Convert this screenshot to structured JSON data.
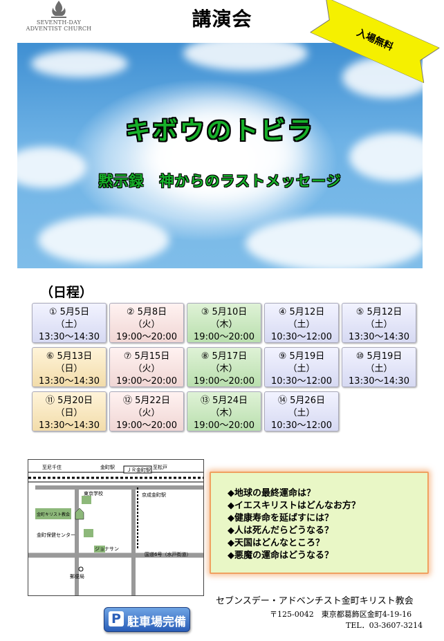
{
  "logo": {
    "line1": "SEVENTH-DAY",
    "line2": "ADVENTIST CHURCH"
  },
  "title": "講演会",
  "badge": "入場無料",
  "banner": {
    "title": "キボウのトビラ",
    "subtitle": "黙示録　神からのラストメッセージ"
  },
  "schedule_label": "（日程）",
  "schedule": [
    {
      "date": "① 5月5日",
      "day": "（土）",
      "time": "13:30～14:30",
      "color": "blue"
    },
    {
      "date": "② 5月8日",
      "day": "（火）",
      "time": "19:00～20:00",
      "color": "pink"
    },
    {
      "date": "③ 5月10日",
      "day": "（木）",
      "time": "19:00～20:00",
      "color": "green"
    },
    {
      "date": "④ 5月12日",
      "day": "（土）",
      "time": "10:30～12:00",
      "color": "blue"
    },
    {
      "date": "⑤ 5月12日",
      "day": "（土）",
      "time": "13:30～14:30",
      "color": "blue"
    },
    {
      "date": "⑥ 5月13日",
      "day": "（日）",
      "time": "13:30～14:30",
      "color": "yellow"
    },
    {
      "date": "⑦ 5月15日",
      "day": "（火）",
      "time": "19:00～20:00",
      "color": "pink"
    },
    {
      "date": "⑧ 5月17日",
      "day": "（木）",
      "time": "19:00～20:00",
      "color": "green"
    },
    {
      "date": "⑨ 5月19日",
      "day": "（土）",
      "time": "10:30～12:00",
      "color": "blue"
    },
    {
      "date": "⑩ 5月19日",
      "day": "（土）",
      "time": "13:30～14:30",
      "color": "blue"
    },
    {
      "date": "⑪ 5月20日",
      "day": "（日）",
      "time": "13:30～14:30",
      "color": "yellow"
    },
    {
      "date": "⑫ 5月22日",
      "day": "（火）",
      "time": "19:00～20:00",
      "color": "pink"
    },
    {
      "date": "⑬ 5月24日",
      "day": "（木）",
      "time": "19:00～20:00",
      "color": "green"
    },
    {
      "date": "⑭ 5月26日",
      "day": "（土）",
      "time": "10:30～12:00",
      "color": "blue"
    }
  ],
  "map": {
    "station_top_left": "至尼千住",
    "station_top_mid": "金町駅",
    "station_top_right": "至松戸",
    "jr_station": "ＪＲ金町駅",
    "keisei": "京成金町駅",
    "school": "東京学校",
    "church": "金町キリスト教会",
    "health_center": "金町保健センター",
    "jonathan": "ジョナサン",
    "route6": "国道6号（水戸街道）",
    "post_office": "郵便局"
  },
  "questions": [
    "◆地球の最終運命は？",
    "◆イエスキリストはどんなお方？",
    "◆健康寿命を延ばすには？",
    "◆人は死んだらどうなる？",
    "◆天国はどんなところ？",
    "◆悪魔の運命はどうなる？"
  ],
  "org": {
    "name": "セブンスデー・アドベンチスト金町キリスト教会",
    "address": "〒125-0042　東京都葛飾区金町4-19-16",
    "tel": "TEL．03-3607-3214"
  },
  "parking": "駐車場完備",
  "parking_icon": "P"
}
